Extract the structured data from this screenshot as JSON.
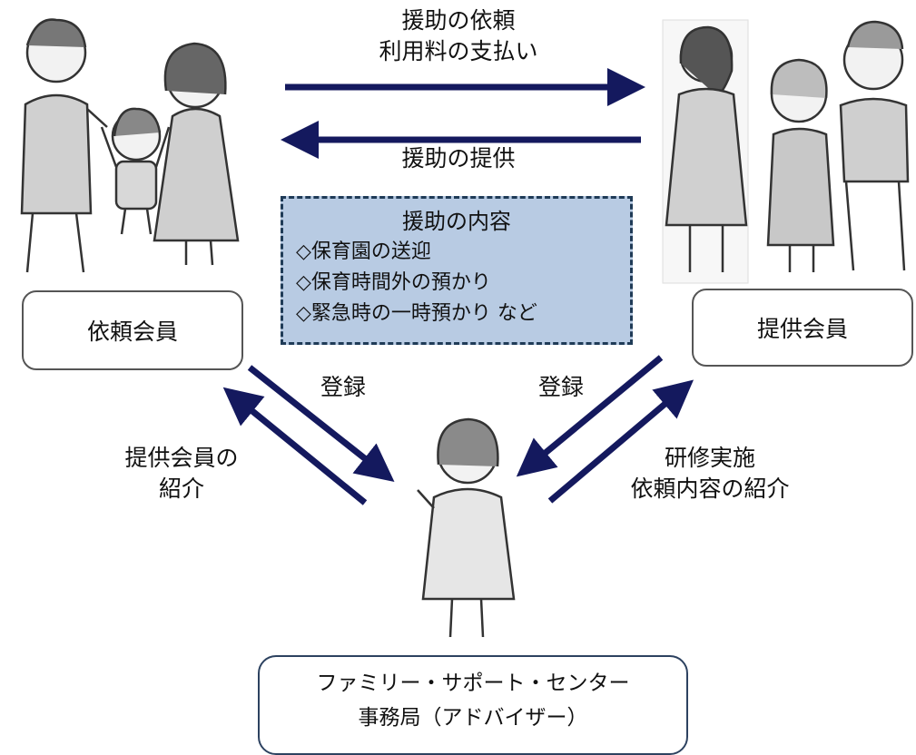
{
  "arrows": {
    "top_request": [
      "援助の依頼",
      "利用料の支払い"
    ],
    "top_provide": "援助の提供",
    "left_register": "登録",
    "right_register": "登録",
    "left_intro": [
      "提供会員の",
      "紹介"
    ],
    "right_training": [
      "研修実施",
      "依頼内容の紹介"
    ]
  },
  "content_box": {
    "title": "援助の内容",
    "items": [
      "◇保育園の送迎",
      "◇保育時間外の預かり",
      "◇緊急時の一時預かり など"
    ]
  },
  "boxes": {
    "requester": "依頼会員",
    "provider": "提供会員",
    "center_line1": "ファミリー・サポート・センター",
    "center_line2": "事務局（アドバイザー）"
  },
  "colors": {
    "arrow": "#14195e",
    "content_fill": "#b8cbe3",
    "content_border": "#1f3b57"
  }
}
